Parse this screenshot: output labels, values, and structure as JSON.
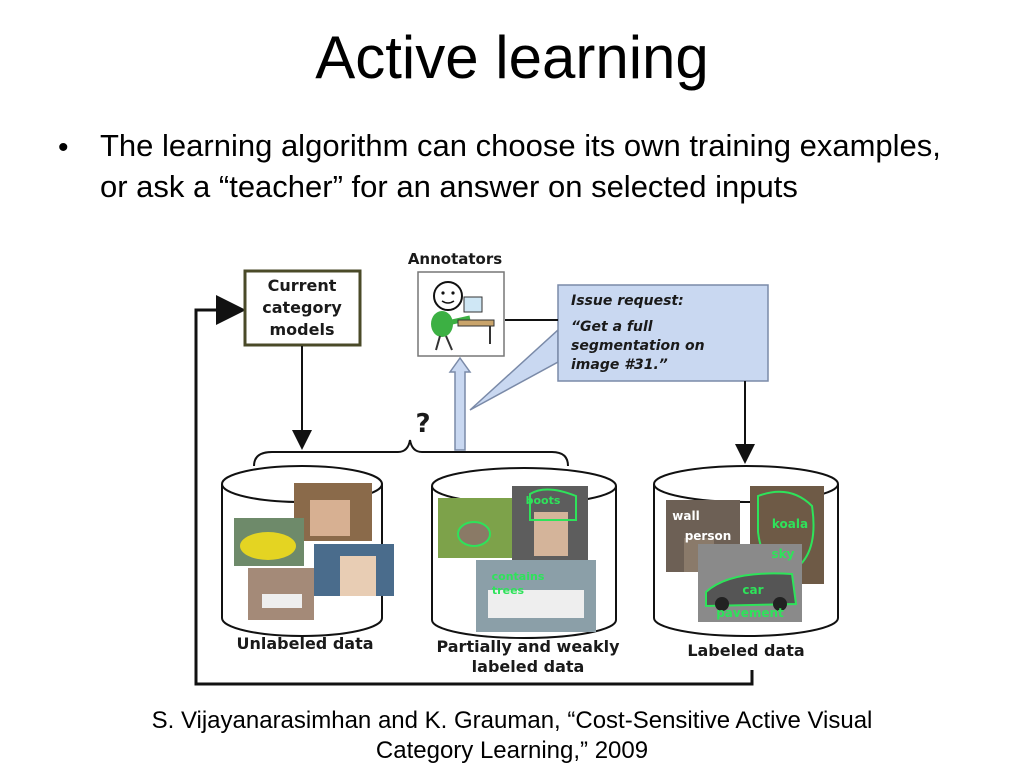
{
  "slide": {
    "title": "Active learning",
    "bullet": "The learning algorithm can choose its own training examples, or ask a “teacher” for an answer on selected inputs",
    "citation_line1": "S. Vijayanarasimhan and K. Grauman, “Cost-Sensitive Active Visual",
    "citation_line2": "Category Learning,” 2009"
  },
  "diagram": {
    "annotators_label": "Annotators",
    "models_line1": "Current",
    "models_line2": "category",
    "models_line3": "models",
    "request_line1": "Issue request:",
    "request_line2": "“Get a full",
    "request_line3": "segmentation on",
    "request_line4": "image #31.”",
    "question_mark": "?",
    "unlabeled_label": "Unlabeled data",
    "partial_label_line1": "Partially and weakly",
    "partial_label_line2": "labeled data",
    "labeled_label": "Labeled data",
    "tag_boots": "boots",
    "tag_contains_trees_1": "contains",
    "tag_contains_trees_2": "trees",
    "tag_wall": "wall",
    "tag_person": "person",
    "tag_koala": "koala",
    "tag_sky": "sky",
    "tag_car": "car",
    "tag_pavement": "pavement"
  },
  "colors": {
    "request_box": "#c9d8f1",
    "models_border": "#4a4a28",
    "segment_outline": "#2ee35a"
  },
  "icons": {
    "annotator": "person-at-computer-icon",
    "bullet": "bullet-dot"
  }
}
